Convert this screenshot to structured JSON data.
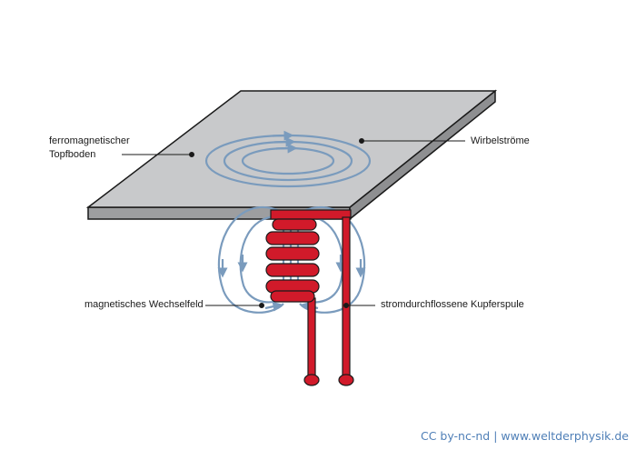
{
  "labels": {
    "pan_line1": "ferromagnetischer",
    "pan_line2": "Topfboden",
    "eddy_currents": "Wirbelströme",
    "alternating_field": "magnetisches Wechselfeld",
    "copper_coil": "stromdurchflossene Kupferspule"
  },
  "credit": "CC by-nc-nd | www.weltderphysik.de",
  "colors": {
    "plate_top": "#c8c9cb",
    "plate_edge": "#9d9ea0",
    "outline": "#1a1a1a",
    "field_lines": "#7a9bbd",
    "coil": "#d11a2a",
    "credit": "#4f7fb7"
  }
}
